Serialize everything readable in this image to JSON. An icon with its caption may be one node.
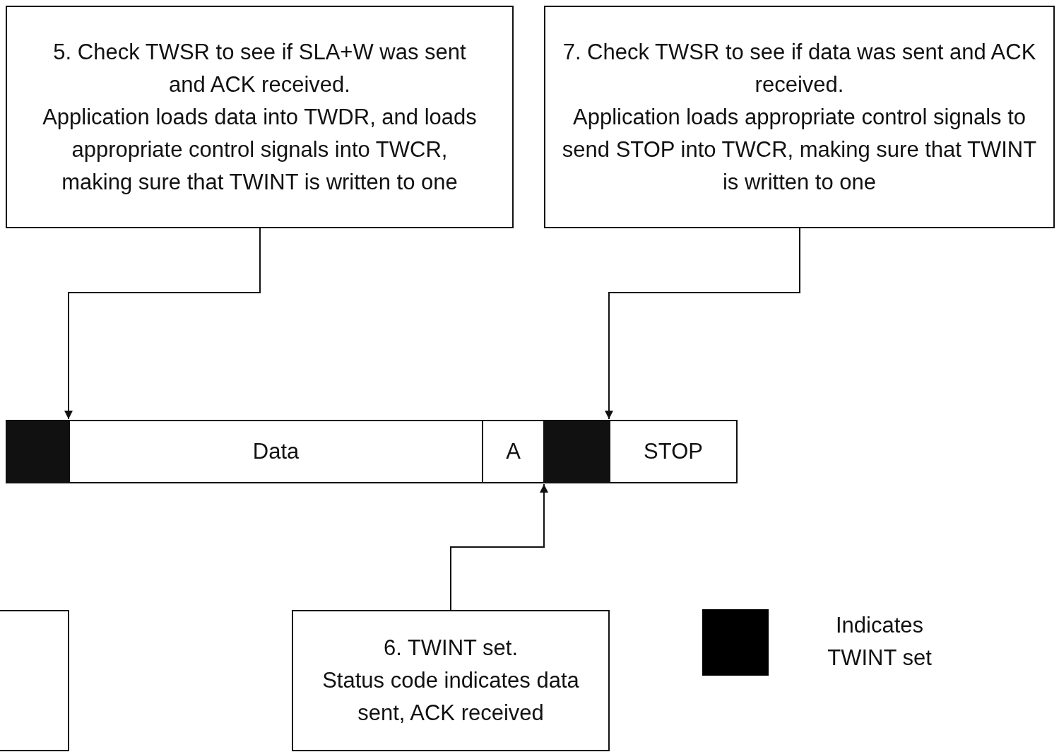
{
  "diagram": {
    "nodes": [
      {
        "text": [
          "5. Check TWSR to see if SLA+W was sent and ACK received.",
          "Application loads data into TWDR, and loads appropriate control signals into TWCR, making sure that TWINT is written to one"
        ]
      },
      {
        "text": [
          "7. Check TWSR to see if data was sent and ACK received.",
          "Application loads appropriate control signals to send STOP into TWCR, making sure that TWINT is written to one"
        ]
      },
      {
        "text": [],
        "shape": "bar"
      },
      {
        "text": [
          "Data"
        ]
      },
      {
        "text": [
          "A"
        ]
      },
      {
        "text": [],
        "shape": "bar"
      },
      {
        "text": [
          "STOP"
        ]
      },
      {
        "text": [],
        "shape": "box"
      },
      {
        "text": [
          "6. TWINT set.",
          "Status code indicates data sent, ACK received"
        ]
      }
    ],
    "edges": [
      {
        "from": 0,
        "to": 3,
        "arrow": "to"
      },
      {
        "from": 1,
        "to": 6,
        "arrow": "to"
      },
      {
        "from": 8,
        "to": 5,
        "arrow": "to"
      }
    ],
    "legend": [
      {
        "text": "Indicates TWINT set",
        "color": "#000000"
      }
    ]
  }
}
